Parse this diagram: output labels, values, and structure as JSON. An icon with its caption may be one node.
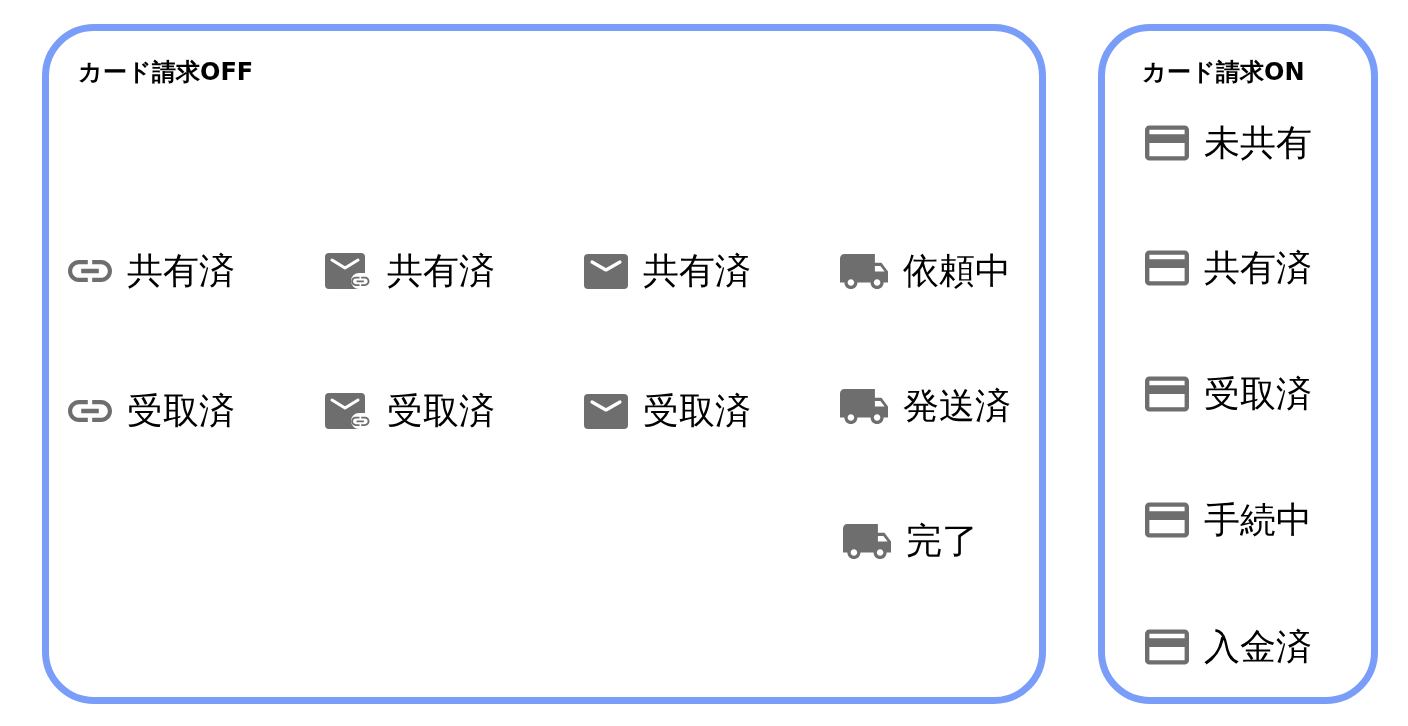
{
  "diagram": {
    "nodes": [
      {
        "text": [
          "カード請求OFF"
        ]
      },
      {
        "text": [
          "共有済"
        ],
        "in": 0
      },
      {
        "text": [
          "共有済"
        ],
        "in": 0
      },
      {
        "text": [
          "共有済"
        ],
        "in": 0
      },
      {
        "text": [
          "依頼中"
        ],
        "in": 0
      },
      {
        "text": [
          "受取済"
        ],
        "in": 0
      },
      {
        "text": [
          "受取済"
        ],
        "in": 0
      },
      {
        "text": [
          "受取済"
        ],
        "in": 0
      },
      {
        "text": [
          "発送済"
        ],
        "in": 0
      },
      {
        "text": [
          "完了"
        ],
        "in": 0
      },
      {
        "text": [
          "カード請求ON"
        ]
      },
      {
        "text": [
          "未共有"
        ],
        "in": 10
      },
      {
        "text": [
          "共有済"
        ],
        "in": 10
      },
      {
        "text": [
          "受取済"
        ],
        "in": 10
      },
      {
        "text": [
          "手続中"
        ],
        "in": 10
      },
      {
        "text": [
          "入金済"
        ],
        "in": 10
      }
    ],
    "edges": []
  }
}
